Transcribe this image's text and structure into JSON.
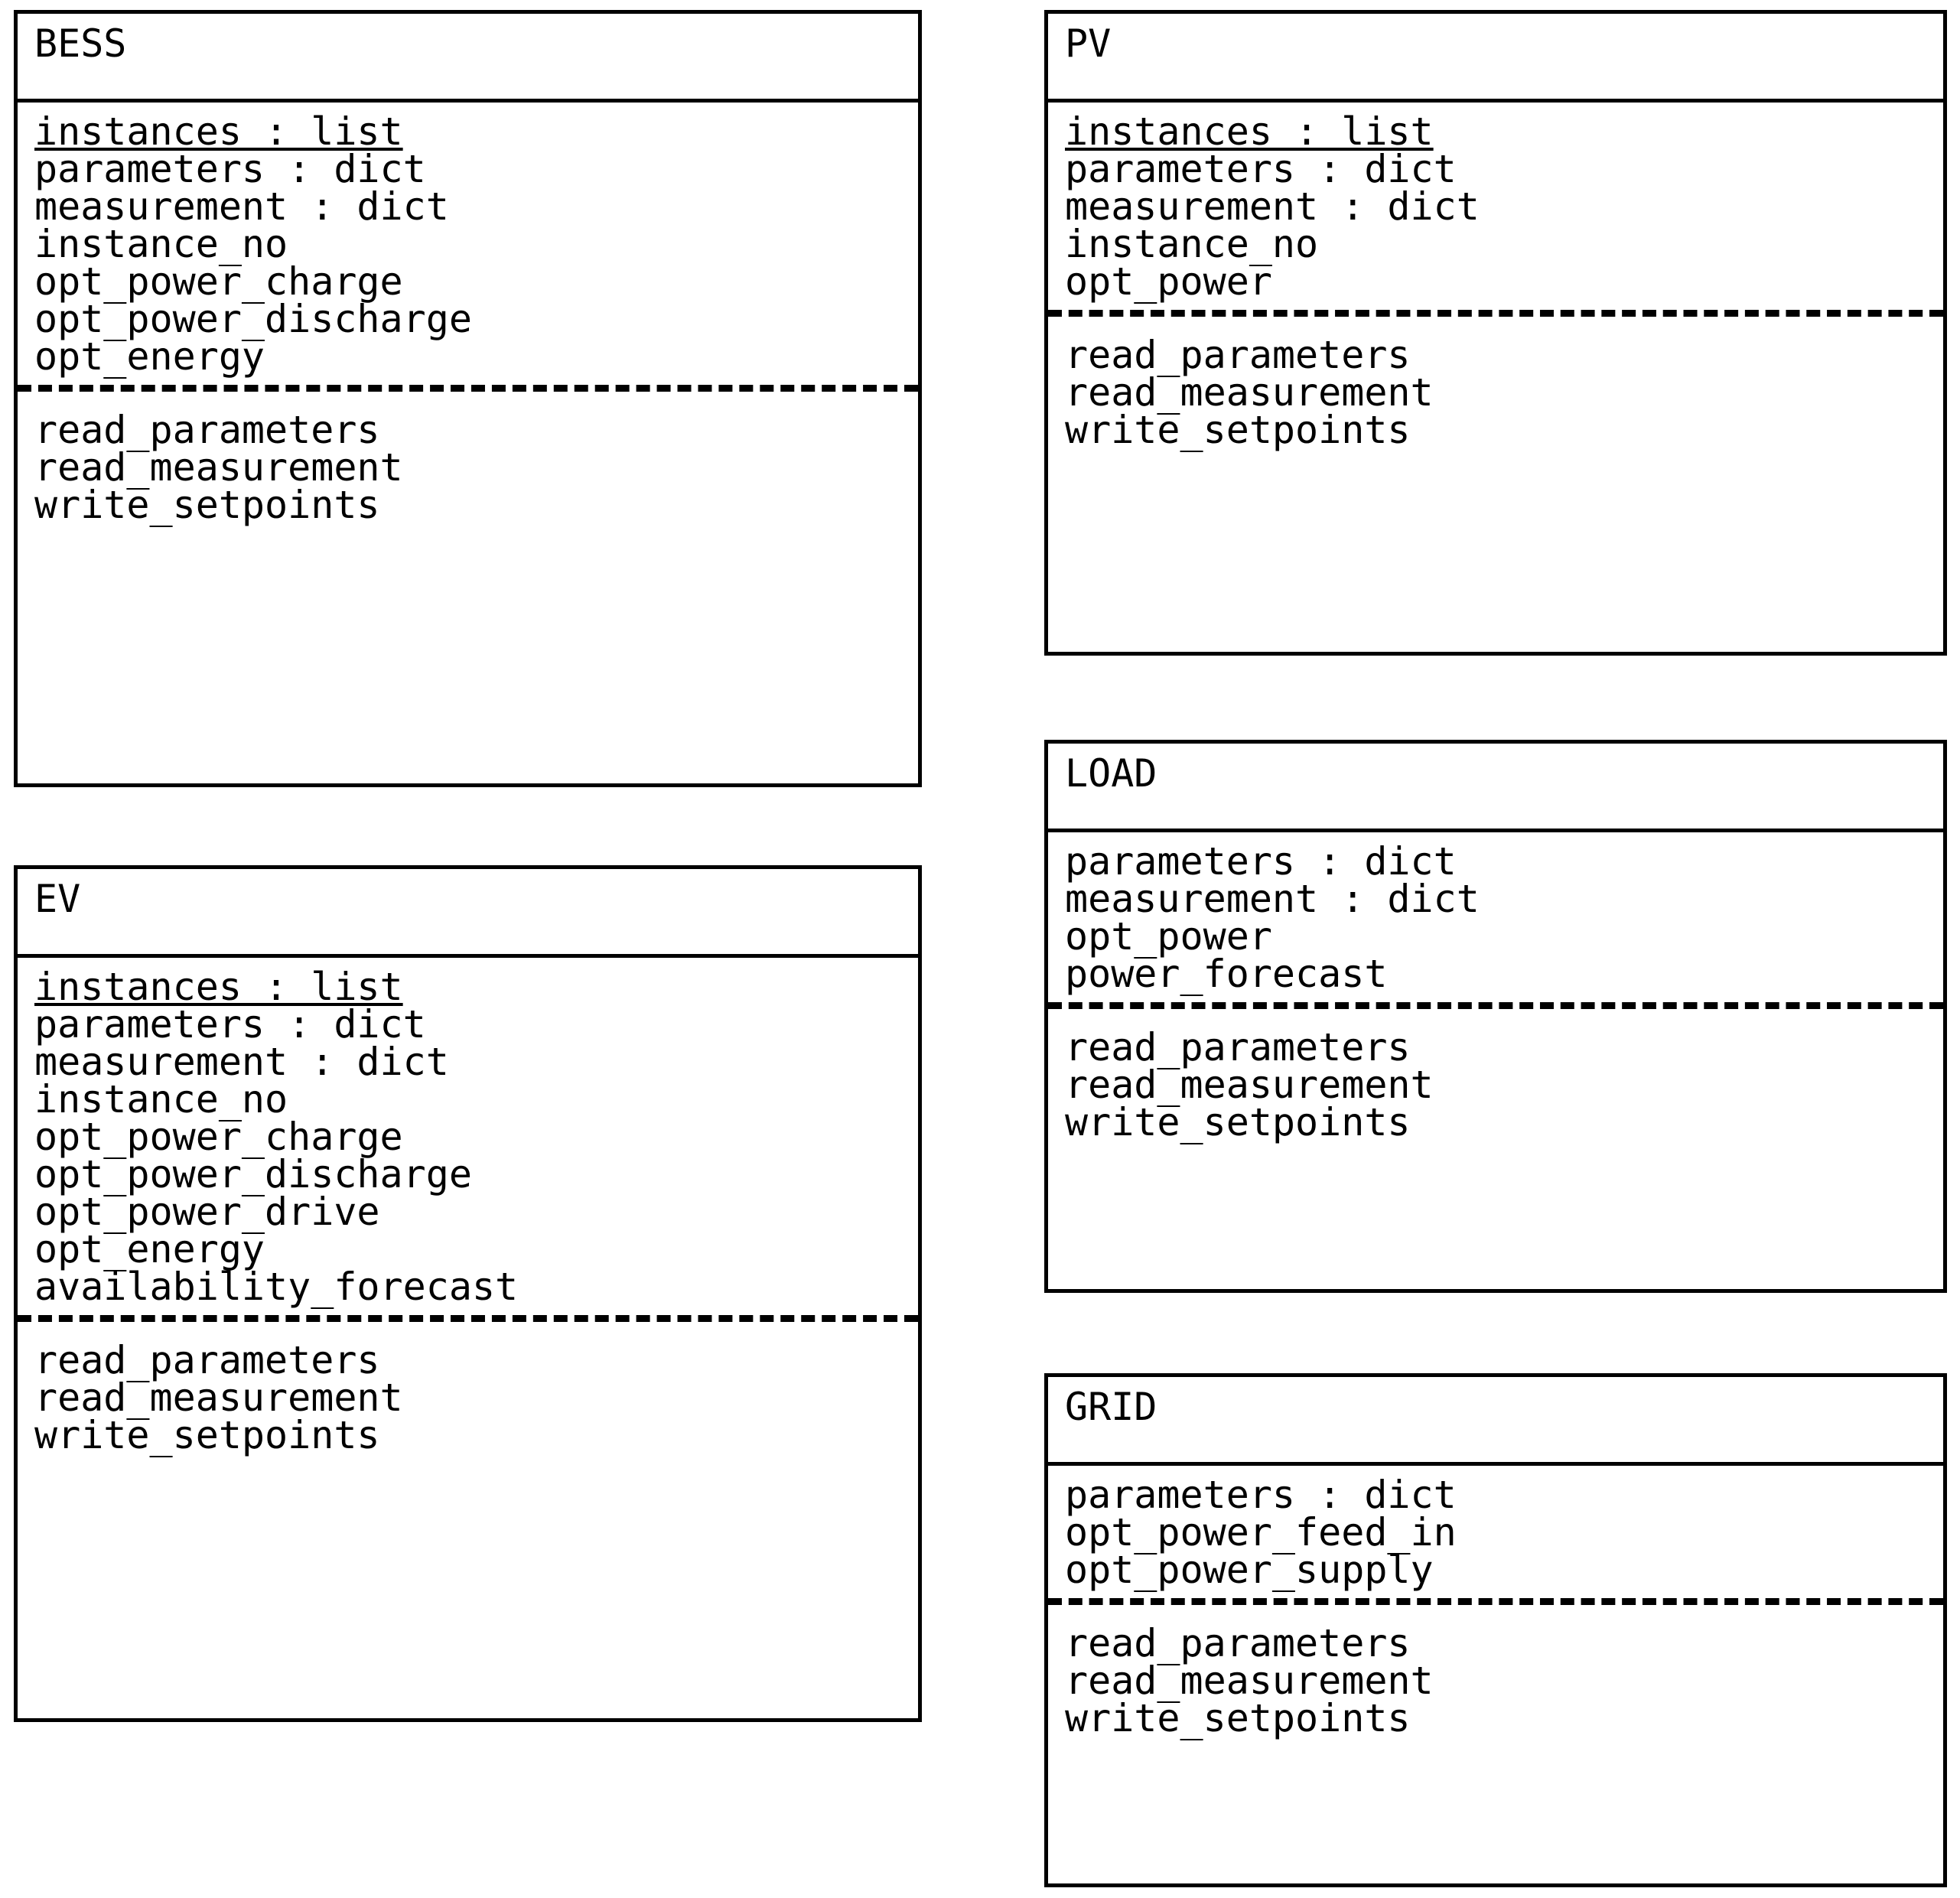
{
  "diagram": {
    "type": "uml-class-diagram",
    "title": "",
    "background_color": "#ffffff",
    "line_color": "#000000",
    "classes": [
      {
        "id": "bess",
        "name": "BESS",
        "column": "left",
        "attributes": [
          {
            "text": "instances : list",
            "static": true
          },
          {
            "text": "parameters : dict",
            "static": false
          },
          {
            "text": "measurement : dict",
            "static": false
          },
          {
            "text": "instance_no",
            "static": false
          },
          {
            "text": "opt_power_charge",
            "static": false
          },
          {
            "text": "opt_power_discharge",
            "static": false
          },
          {
            "text": "opt_energy",
            "static": false
          }
        ],
        "methods": [
          {
            "text": "read_parameters"
          },
          {
            "text": "read_measurement"
          },
          {
            "text": "write_setpoints"
          }
        ]
      },
      {
        "id": "ev",
        "name": "EV",
        "column": "left",
        "attributes": [
          {
            "text": "instances : list",
            "static": true
          },
          {
            "text": "parameters : dict",
            "static": false
          },
          {
            "text": "measurement : dict",
            "static": false
          },
          {
            "text": "instance_no",
            "static": false
          },
          {
            "text": "opt_power_charge",
            "static": false
          },
          {
            "text": "opt_power_discharge",
            "static": false
          },
          {
            "text": "opt_power_drive",
            "static": false
          },
          {
            "text": "opt_energy",
            "static": false
          },
          {
            "text": "availability_forecast",
            "static": false
          }
        ],
        "methods": [
          {
            "text": "read_parameters"
          },
          {
            "text": "read_measurement"
          },
          {
            "text": "write_setpoints"
          }
        ]
      },
      {
        "id": "pv",
        "name": "PV",
        "column": "right",
        "attributes": [
          {
            "text": "instances : list",
            "static": true
          },
          {
            "text": "parameters : dict",
            "static": false
          },
          {
            "text": "measurement : dict",
            "static": false
          },
          {
            "text": "instance_no",
            "static": false
          },
          {
            "text": "opt_power",
            "static": false
          }
        ],
        "methods": [
          {
            "text": "read_parameters"
          },
          {
            "text": "read_measurement"
          },
          {
            "text": "write_setpoints"
          }
        ]
      },
      {
        "id": "load",
        "name": "LOAD",
        "column": "right",
        "attributes": [
          {
            "text": "parameters : dict",
            "static": false
          },
          {
            "text": "measurement : dict",
            "static": false
          },
          {
            "text": "opt_power",
            "static": false
          },
          {
            "text": "power_forecast",
            "static": false
          }
        ],
        "methods": [
          {
            "text": "read_parameters"
          },
          {
            "text": "read_measurement"
          },
          {
            "text": "write_setpoints"
          }
        ]
      },
      {
        "id": "grid",
        "name": "GRID",
        "column": "right",
        "attributes": [
          {
            "text": "parameters : dict",
            "static": false
          },
          {
            "text": "opt_power_feed_in",
            "static": false
          },
          {
            "text": "opt_power_supply",
            "static": false
          }
        ],
        "methods": [
          {
            "text": "read_parameters"
          },
          {
            "text": "read_measurement"
          },
          {
            "text": "write_setpoints"
          }
        ]
      }
    ]
  }
}
